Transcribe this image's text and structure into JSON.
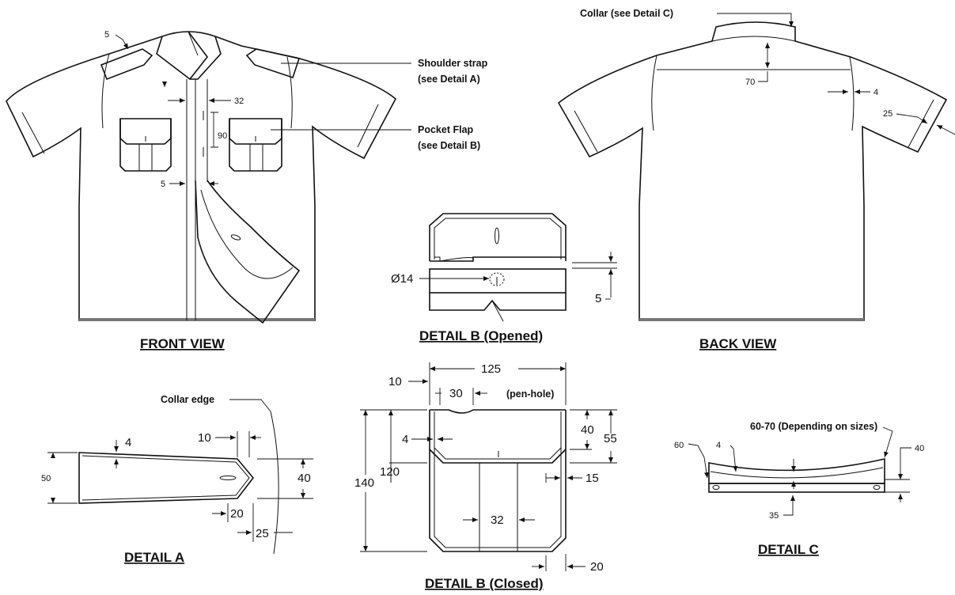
{
  "views": {
    "front": "FRONT VIEW",
    "back": "BACK VIEW",
    "detail_a": "DETAIL A",
    "detail_b_opened": "DETAIL B (Opened)",
    "detail_b_closed": "DETAIL B (Closed)",
    "detail_c": "DETAIL C"
  },
  "callouts": {
    "shoulder_strap_1": "Shoulder strap",
    "shoulder_strap_2": "(see Detail A)",
    "pocket_flap_1": "Pocket Flap",
    "pocket_flap_2": "(see Detail B)",
    "collar_ref": "Collar (see Detail C)",
    "collar_edge": "Collar edge",
    "pen_hole": "(pen-hole)",
    "collar_range": "60-70 (Depending on sizes)"
  },
  "dimensions": {
    "front": {
      "strap_5": "5",
      "placket_32": "32",
      "pocket_90": "90",
      "placket_5": "5"
    },
    "back": {
      "yoke_70": "70",
      "seam_4": "4",
      "sleeve_25": "25"
    },
    "detail_b_opened": {
      "hole_dia": "Ø14",
      "gap_5": "5"
    },
    "detail_a": {
      "d4": "4",
      "d10": "10",
      "d50": "50",
      "d40": "40",
      "d20": "20",
      "d25": "25"
    },
    "detail_b_closed": {
      "d10": "10",
      "d125": "125",
      "d30": "30",
      "d4": "4",
      "d140": "140",
      "d120": "120",
      "d40": "40",
      "d55": "55",
      "d15": "15",
      "d32": "32",
      "d20": "20"
    },
    "detail_c": {
      "d60": "60",
      "d4": "4",
      "d40": "40",
      "d35": "35"
    }
  }
}
